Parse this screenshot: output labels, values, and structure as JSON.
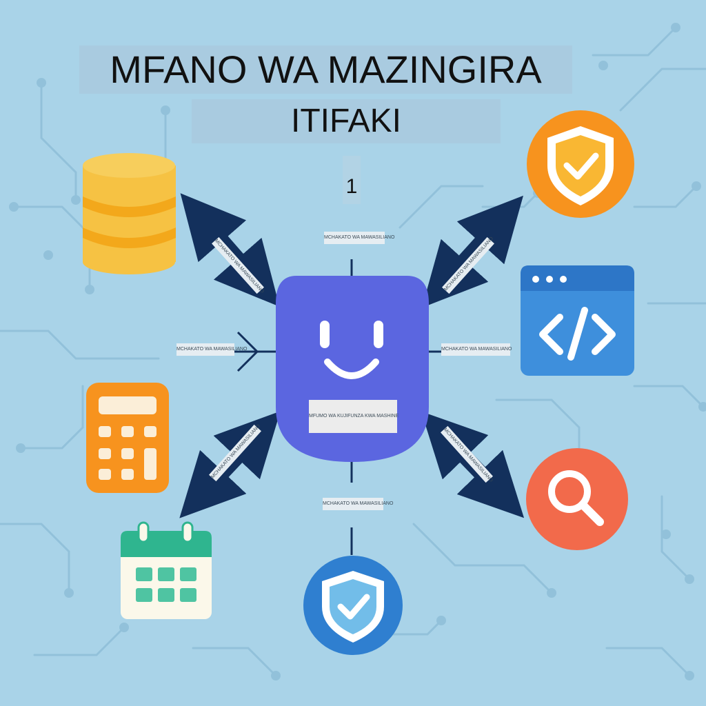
{
  "title": {
    "line1": "MFANO WA MAZINGIRA",
    "line2": "ITIFAKI",
    "number": "1"
  },
  "labels": {
    "top": "MCHAKATO WA MAWASILIANO",
    "left": "MCHAKATO WA MAWASILIANO",
    "right": "MCHAKATO WA MAWASILIANO",
    "bottom": "MCHAKATO WA MAWASILIANO",
    "center": "MFUMO WA KUJIFUNZA KWA MASHINE",
    "arrow_top_left": "MCHAKATO WA MAWASILIANO",
    "arrow_top_right": "MCHAKATO WA MAWASILIANO",
    "arrow_bottom_left": "MCHAKATO WA MAWASILIANO",
    "arrow_bottom_right": "MCHAKATO WA MAWASILIANO"
  },
  "nodes": {
    "center": "robot-face-icon",
    "top_left": "database-icon",
    "top_right": "shield-check-icon",
    "right": "code-window-icon",
    "left": "calculator-icon",
    "bottom_left": "calendar-icon",
    "bottom": "shield-check-icon",
    "bottom_right": "search-icon"
  },
  "colors": {
    "background": "#a9d3e8",
    "arrow": "#13305c",
    "robot": "#5b66e0",
    "database": "#f6c243",
    "shield_orange": "#f7931e",
    "shield_blue": "#2f7fd0",
    "code_window": "#3e8fdc",
    "calculator": "#f7931e",
    "calendar": "#2fb58f",
    "search": "#f26a4b"
  }
}
